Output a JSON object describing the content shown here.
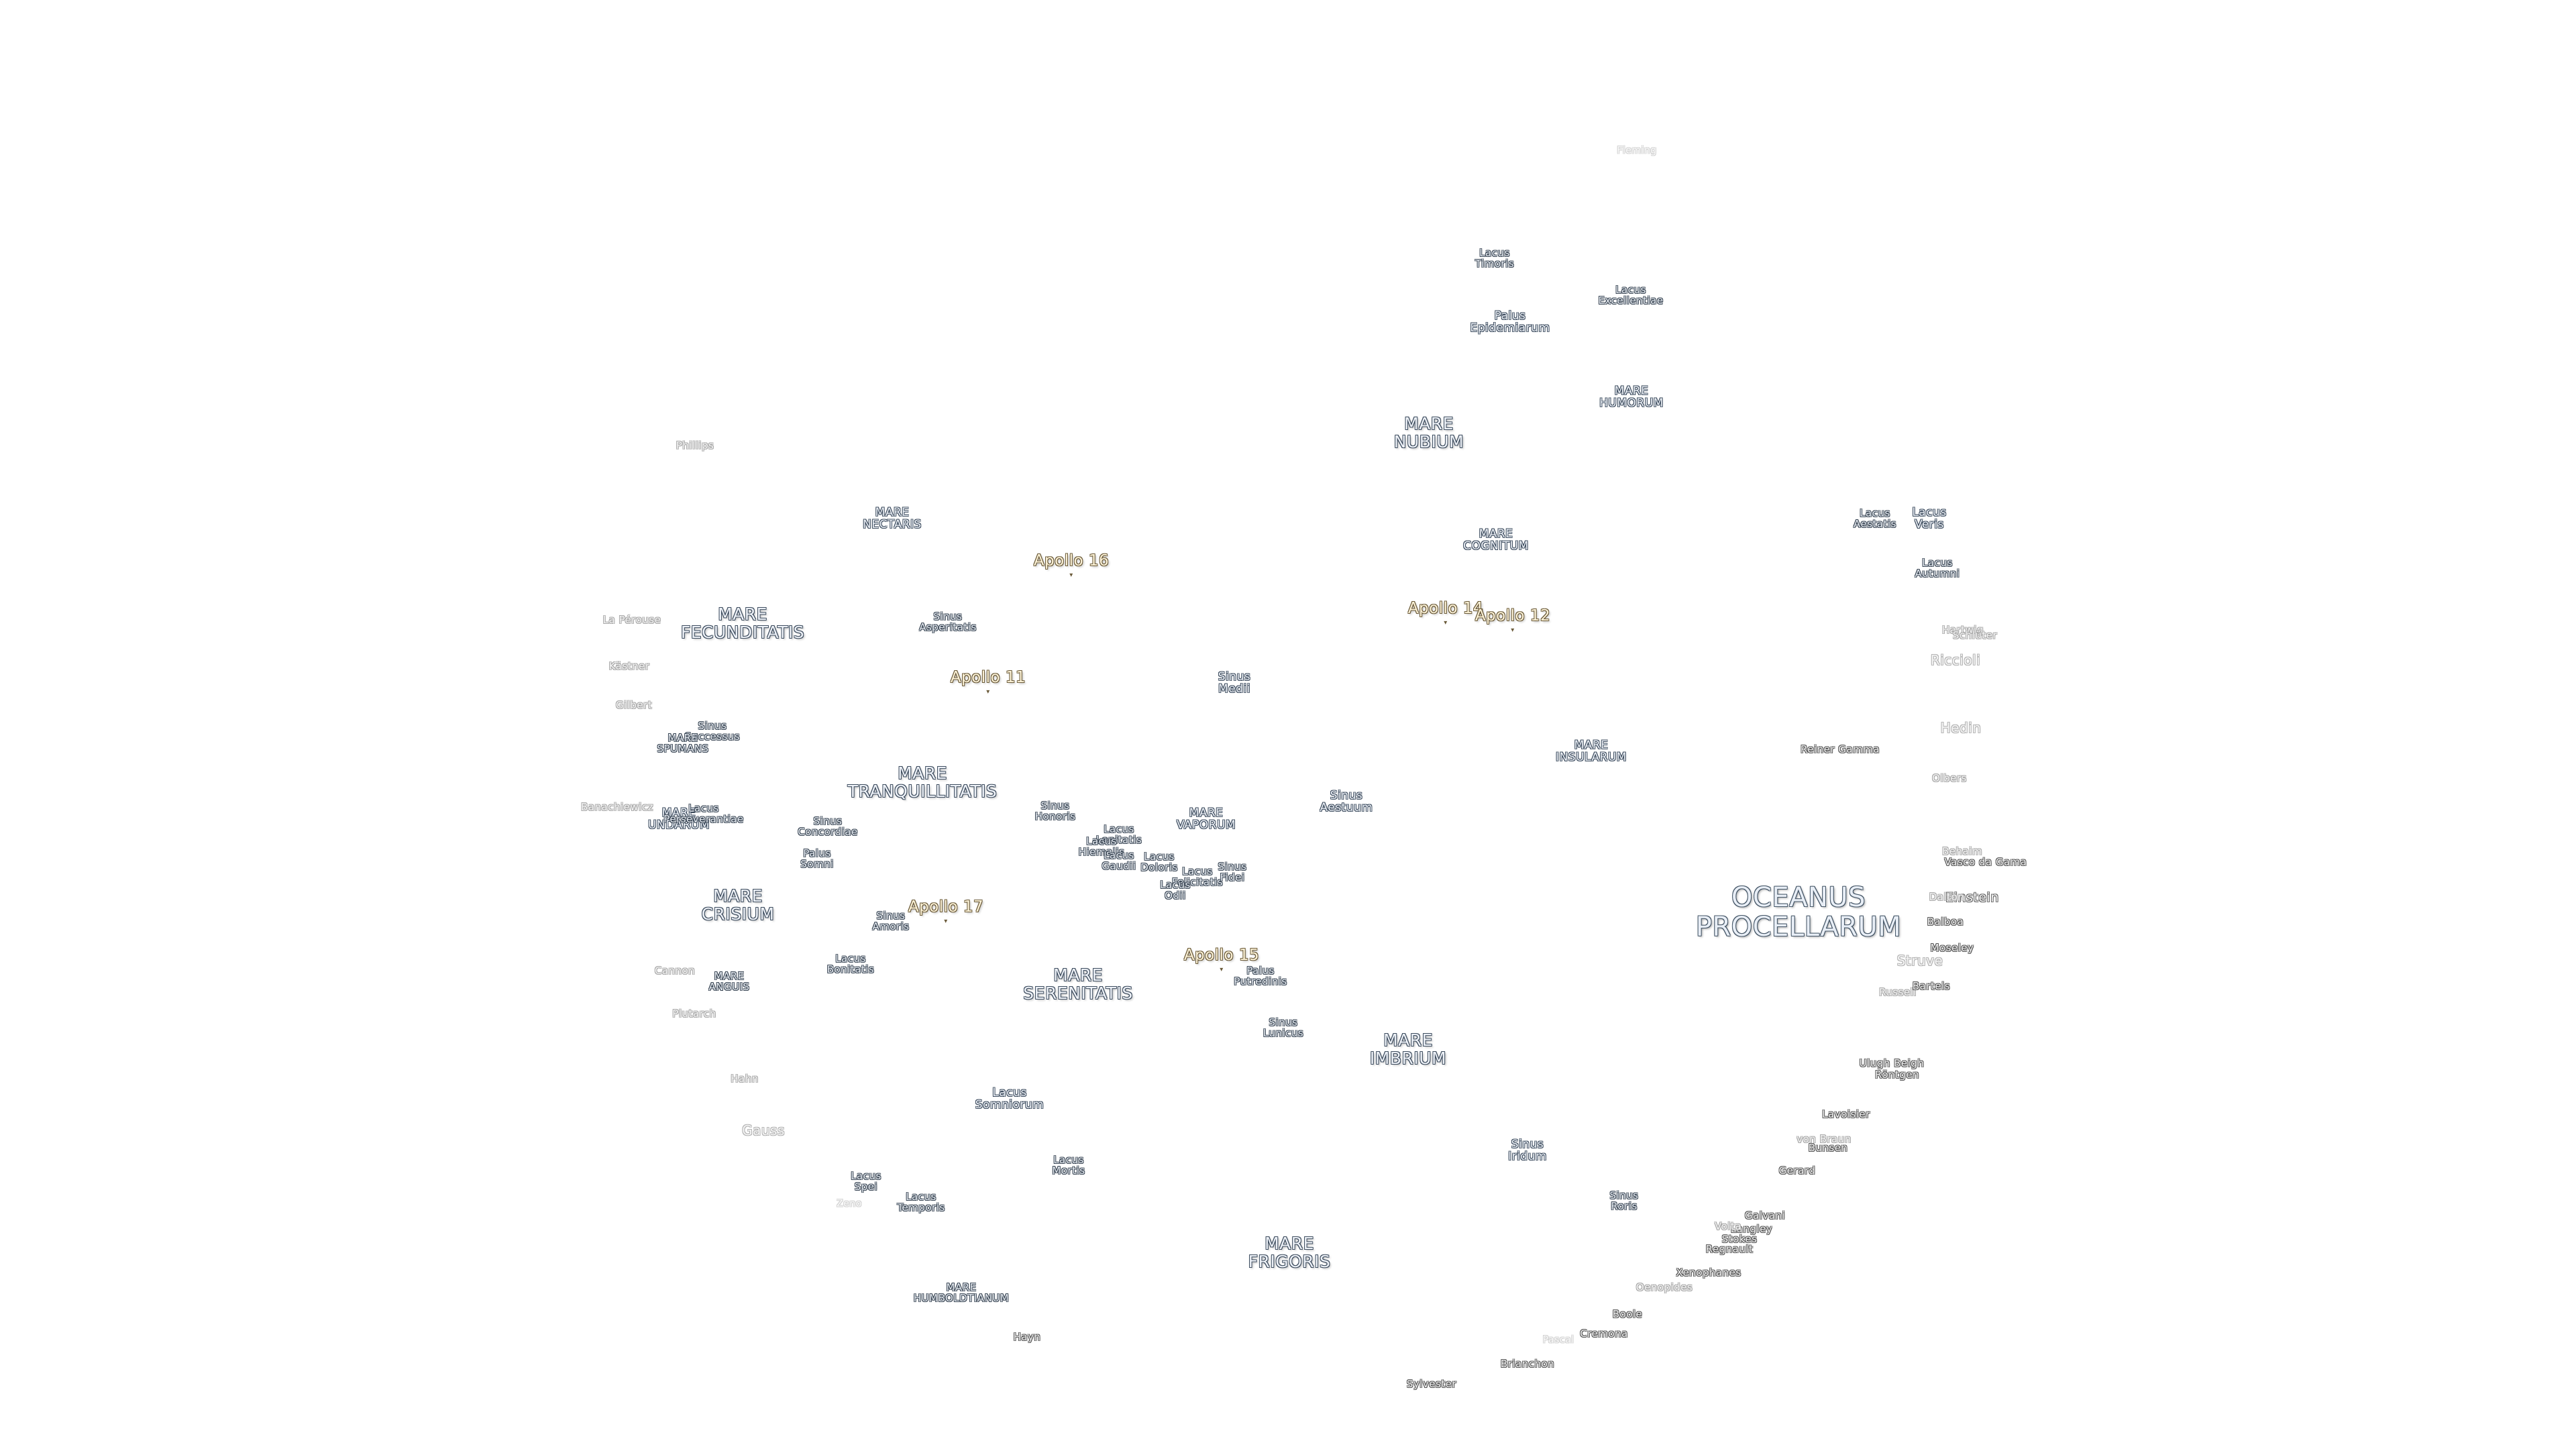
{
  "labels": [
    {
      "id": "fleming",
      "text": "Fleming",
      "kind": "xfaint"
    },
    {
      "id": "lacus-timoris",
      "text": "Lacus\nTimoris",
      "kind": "minor"
    },
    {
      "id": "lacus-excellentiae",
      "text": "Lacus\nExcellentiae",
      "kind": "minor"
    },
    {
      "id": "palus-epidemiarum",
      "text": "Palus\nEpidemiarum",
      "kind": "mare-s"
    },
    {
      "id": "mare-humorum",
      "text": "MARE\nHUMORUM",
      "kind": "mare-s"
    },
    {
      "id": "mare-nubium",
      "text": "MARE\nNUBIUM",
      "kind": "mare"
    },
    {
      "id": "phillips",
      "text": "Phillips",
      "kind": "faint"
    },
    {
      "id": "mare-nectaris",
      "text": "MARE\nNECTARIS",
      "kind": "mare-s"
    },
    {
      "id": "apollo-16",
      "text": "Apollo 16",
      "kind": "apollo"
    },
    {
      "id": "mare-cognitum",
      "text": "MARE\nCOGNITUM",
      "kind": "mare-s"
    },
    {
      "id": "lacus-aestatis",
      "text": "Lacus\nAestatis",
      "kind": "minor"
    },
    {
      "id": "lacus-veris",
      "text": "Lacus\nVeris",
      "kind": "mare-s"
    },
    {
      "id": "lacus-autumni",
      "text": "Lacus\nAutumni",
      "kind": "minor"
    },
    {
      "id": "la-perouse",
      "text": "La Pérouse",
      "kind": "faint"
    },
    {
      "id": "mare-fecunditatis",
      "text": "MARE\nFECUNDITATIS",
      "kind": "mare"
    },
    {
      "id": "sinus-asperitatis",
      "text": "Sinus\nAsperitatis",
      "kind": "minor"
    },
    {
      "id": "apollo-14",
      "text": "Apollo 14",
      "kind": "apollo"
    },
    {
      "id": "apollo-12",
      "text": "Apollo 12",
      "kind": "apollo"
    },
    {
      "id": "hedin-n",
      "text": "Hartwig",
      "kind": "faint"
    },
    {
      "id": "schluter",
      "text": "Schlüter",
      "kind": "faint"
    },
    {
      "id": "kastner",
      "text": "Kästner",
      "kind": "faint"
    },
    {
      "id": "apollo-11",
      "text": "Apollo 11",
      "kind": "apollo"
    },
    {
      "id": "sinus-medii",
      "text": "Sinus\nMedii",
      "kind": "mare-s"
    },
    {
      "id": "riccioli",
      "text": "Riccioli",
      "kind": "faint-l"
    },
    {
      "id": "gilbert",
      "text": "Gilbert",
      "kind": "faint"
    },
    {
      "id": "sinus-successus",
      "text": "Sinus\nSuccessus",
      "kind": "minor"
    },
    {
      "id": "mare-spumans",
      "text": "MARE\nSPUMANS",
      "kind": "minor"
    },
    {
      "id": "hedin",
      "text": "Hedin",
      "kind": "faint-l"
    },
    {
      "id": "mare-insularum",
      "text": "MARE\nINSULARUM",
      "kind": "mare-s"
    },
    {
      "id": "reiner-gamma",
      "text": "Reiner Gamma",
      "kind": "crater"
    },
    {
      "id": "mare-tranquillitatis",
      "text": "MARE\nTRANQUILLITATIS",
      "kind": "mare"
    },
    {
      "id": "olbers",
      "text": "Olbers",
      "kind": "faint"
    },
    {
      "id": "sinus-aestuum",
      "text": "Sinus\nAestuum",
      "kind": "mare-s"
    },
    {
      "id": "sinus-honoris",
      "text": "Sinus\nHonoris",
      "kind": "minor"
    },
    {
      "id": "mare-vaporum",
      "text": "MARE\nVAPORUM",
      "kind": "mare-s"
    },
    {
      "id": "banachiewicz",
      "text": "Banachiewicz",
      "kind": "faint"
    },
    {
      "id": "mare-undarum",
      "text": "MARE\nUNDARUM",
      "kind": "mare-s"
    },
    {
      "id": "lacus-perseverantiae",
      "text": "Lacus\nPerseverantiae",
      "kind": "minor"
    },
    {
      "id": "sinus-concordiae",
      "text": "Sinus\nConcordiae",
      "kind": "minor"
    },
    {
      "id": "lacus-lenitatis",
      "text": "Lacus\nLenitatis",
      "kind": "minor"
    },
    {
      "id": "lacus-hiemalis",
      "text": "Lacus\nHiemalis",
      "kind": "minor"
    },
    {
      "id": "lacus-gaudii",
      "text": "Lacus\nGaudii",
      "kind": "minor"
    },
    {
      "id": "lacus-doloris",
      "text": "Lacus\nDoloris",
      "kind": "minor"
    },
    {
      "id": "palus-somni",
      "text": "Palus\nSomni",
      "kind": "minor"
    },
    {
      "id": "behaim",
      "text": "Behaim",
      "kind": "faint"
    },
    {
      "id": "vasco-da-gama",
      "text": "Vasco da Gama",
      "kind": "crater"
    },
    {
      "id": "lacus-felicitatis",
      "text": "Lacus\nFelicitatis",
      "kind": "minor"
    },
    {
      "id": "sinus-fidei",
      "text": "Sinus\nFidei",
      "kind": "minor"
    },
    {
      "id": "lacus-odii",
      "text": "Lacus\nOdii",
      "kind": "minor"
    },
    {
      "id": "oceanus-procellarum",
      "text": "OCEANUS\nPROCELLARUM",
      "kind": "mare-big"
    },
    {
      "id": "einstein",
      "text": "Einstein",
      "kind": "crater-l"
    },
    {
      "id": "dalton",
      "text": "Dalton",
      "kind": "faint"
    },
    {
      "id": "mare-crisium",
      "text": "MARE\nCRISIUM",
      "kind": "mare"
    },
    {
      "id": "apollo-17",
      "text": "Apollo 17",
      "kind": "apollo"
    },
    {
      "id": "sinus-amoris",
      "text": "Sinus\nAmoris",
      "kind": "minor"
    },
    {
      "id": "balboa",
      "text": "Balboa",
      "kind": "crater"
    },
    {
      "id": "moseley",
      "text": "Moseley",
      "kind": "crater"
    },
    {
      "id": "apollo-15",
      "text": "Apollo 15",
      "kind": "apollo"
    },
    {
      "id": "struve",
      "text": "Struve",
      "kind": "faint-l"
    },
    {
      "id": "lacus-bonitatis",
      "text": "Lacus\nBonitatis",
      "kind": "minor"
    },
    {
      "id": "cannon",
      "text": "Cannon",
      "kind": "faint"
    },
    {
      "id": "mare-anguis",
      "text": "MARE\nANGUIS",
      "kind": "minor"
    },
    {
      "id": "mare-serenitatis",
      "text": "MARE\nSERENITATIS",
      "kind": "mare"
    },
    {
      "id": "palus-putredinis",
      "text": "Palus\nPutredinis",
      "kind": "minor"
    },
    {
      "id": "russell",
      "text": "Russell",
      "kind": "faint"
    },
    {
      "id": "bartels",
      "text": "Bartels",
      "kind": "crater"
    },
    {
      "id": "plutarch",
      "text": "Plutarch",
      "kind": "faint"
    },
    {
      "id": "sinus-lunicus",
      "text": "Sinus\nLunicus",
      "kind": "minor"
    },
    {
      "id": "mare-imbrium",
      "text": "MARE\nIMBRIUM",
      "kind": "mare"
    },
    {
      "id": "ulugh-beigh",
      "text": "Ulugh Beigh",
      "kind": "crater"
    },
    {
      "id": "rontgen",
      "text": "Röntgen",
      "kind": "crater"
    },
    {
      "id": "hahn",
      "text": "Hahn",
      "kind": "faint"
    },
    {
      "id": "lacus-somniorum",
      "text": "Lacus\nSomniorum",
      "kind": "mare-s"
    },
    {
      "id": "gauss",
      "text": "Gauss",
      "kind": "faint-l"
    },
    {
      "id": "lavoisier",
      "text": "Lavoisier",
      "kind": "crater"
    },
    {
      "id": "sinus-iridum",
      "text": "Sinus\nIridum",
      "kind": "mare-s"
    },
    {
      "id": "von-braun",
      "text": "von Braun",
      "kind": "faint"
    },
    {
      "id": "bunsen",
      "text": "Bunsen",
      "kind": "crater"
    },
    {
      "id": "lacus-mortis",
      "text": "Lacus\nMortis",
      "kind": "minor"
    },
    {
      "id": "gerard",
      "text": "Gerard",
      "kind": "crater"
    },
    {
      "id": "lacus-spei",
      "text": "Lacus\nSpei",
      "kind": "minor"
    },
    {
      "id": "lacus-temporis",
      "text": "Lacus\nTemporis",
      "kind": "minor"
    },
    {
      "id": "sinus-roris",
      "text": "Sinus\nRoris",
      "kind": "minor"
    },
    {
      "id": "galvani",
      "text": "Galvani",
      "kind": "crater"
    },
    {
      "id": "langley",
      "text": "Langley",
      "kind": "crater"
    },
    {
      "id": "stokes",
      "text": "Stokes",
      "kind": "crater"
    },
    {
      "id": "regnault",
      "text": "Regnault",
      "kind": "crater"
    },
    {
      "id": "volta",
      "text": "Volta",
      "kind": "faint"
    },
    {
      "id": "mare-frigoris",
      "text": "MARE\nFRIGORIS",
      "kind": "mare"
    },
    {
      "id": "xenophanes",
      "text": "Xenophanes",
      "kind": "crater"
    },
    {
      "id": "oenopides",
      "text": "Oenopides",
      "kind": "faint"
    },
    {
      "id": "mare-humboldtianum",
      "text": "MARE\nHUMBOLDTIANUM",
      "kind": "minor"
    },
    {
      "id": "boole",
      "text": "Boole",
      "kind": "crater"
    },
    {
      "id": "cremona",
      "text": "Cremona",
      "kind": "crater"
    },
    {
      "id": "hayn",
      "text": "Hayn",
      "kind": "crater"
    },
    {
      "id": "brianchon",
      "text": "Brianchon",
      "kind": "crater"
    },
    {
      "id": "pascal",
      "text": "Pascal",
      "kind": "xfaint"
    },
    {
      "id": "sylvester",
      "text": "Sylvester",
      "kind": "crater"
    },
    {
      "id": "zeno",
      "text": "Zeno",
      "kind": "xfaint"
    }
  ]
}
